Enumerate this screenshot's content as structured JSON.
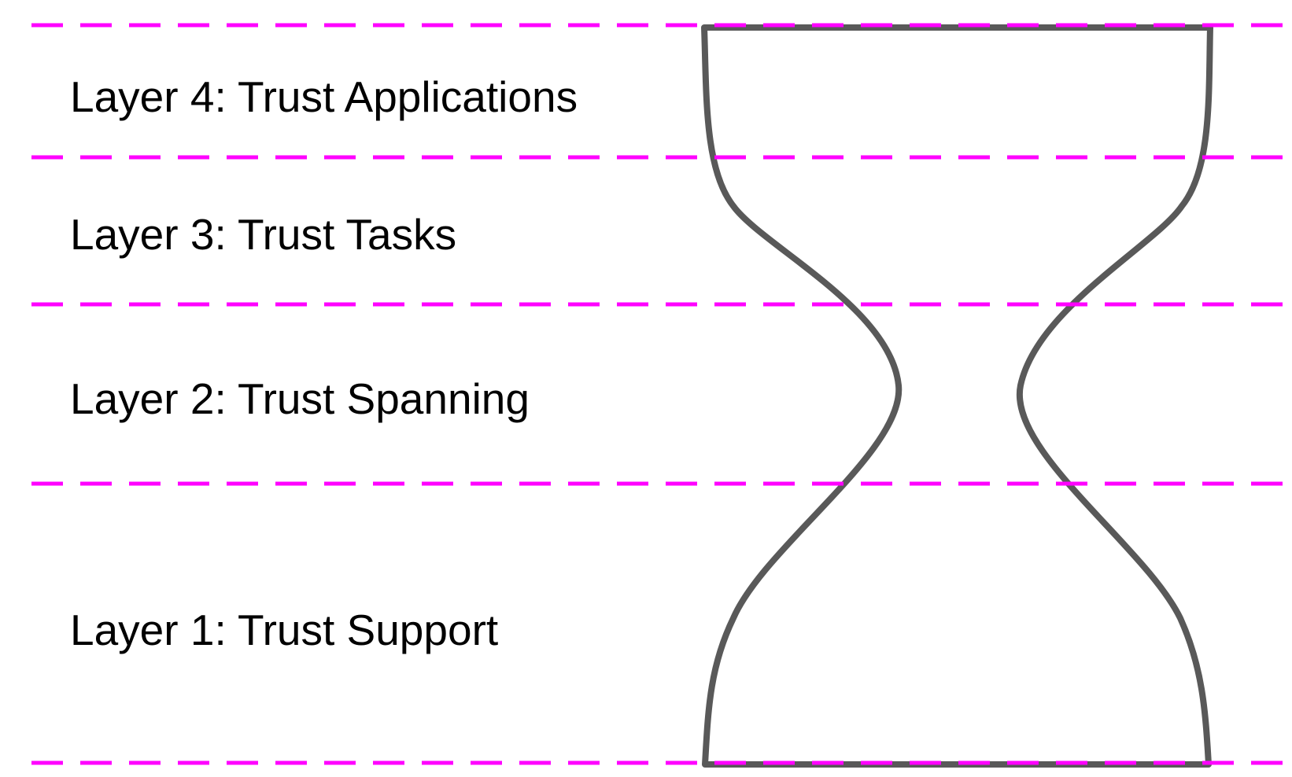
{
  "diagram": {
    "colors": {
      "divider": "#FF00FF",
      "hourglass": "#595959",
      "text": "#000000",
      "background": "#FFFFFF"
    },
    "layers": [
      {
        "label": "Layer 4: Trust Applications"
      },
      {
        "label": "Layer 3: Trust Tasks"
      },
      {
        "label": "Layer 2: Trust Spanning"
      },
      {
        "label": "Layer 1: Trust Support"
      }
    ]
  }
}
